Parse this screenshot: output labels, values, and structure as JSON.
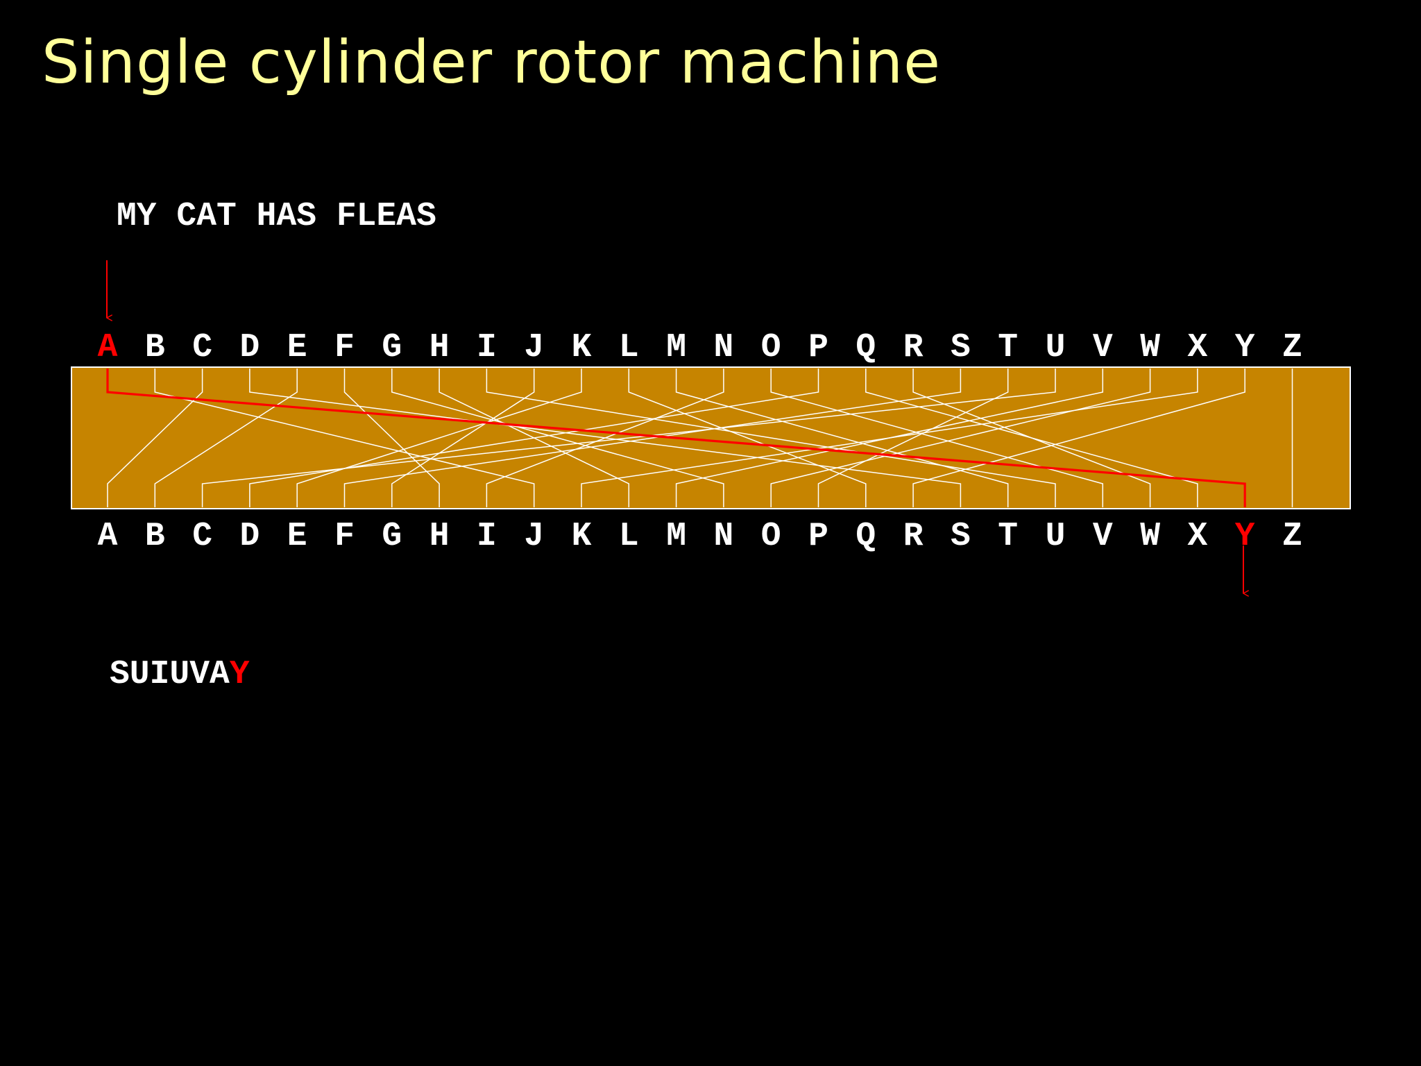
{
  "title": "Single cylinder rotor machine",
  "plaintext": "MY CAT HAS FLEAS",
  "ciphertext": {
    "prefix": "SUIUVA",
    "current": "Y"
  },
  "letters": [
    "A",
    "B",
    "C",
    "D",
    "E",
    "F",
    "G",
    "H",
    "I",
    "J",
    "K",
    "L",
    "M",
    "N",
    "O",
    "P",
    "Q",
    "R",
    "S",
    "T",
    "U",
    "V",
    "W",
    "X",
    "Y",
    "Z"
  ],
  "rotor_wiring": {
    "A": "Y",
    "B": "J",
    "C": "A",
    "D": "S",
    "E": "B",
    "F": "H",
    "G": "N",
    "H": "L",
    "I": "U",
    "J": "G",
    "K": "E",
    "L": "Q",
    "M": "T",
    "N": "I",
    "O": "V",
    "P": "D",
    "Q": "X",
    "R": "W",
    "S": "F",
    "T": "P",
    "U": "C",
    "V": "M",
    "W": "O",
    "X": "K",
    "Y": "R",
    "Z": "Z"
  },
  "active_input": "A",
  "active_output": "Y",
  "colors": {
    "rotor_fill": "#c68400",
    "wire": "#ffffff",
    "highlight": "#ff0000",
    "title": "#ffff99",
    "background": "#000000"
  }
}
